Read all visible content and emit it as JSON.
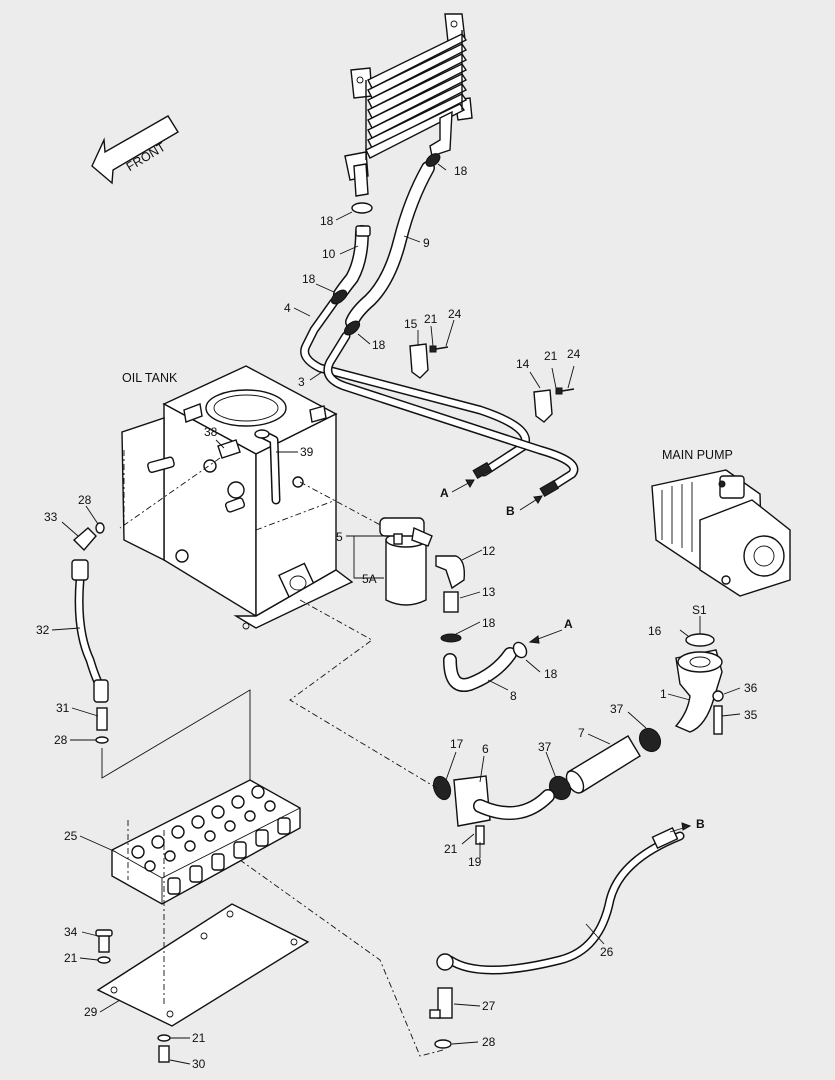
{
  "diagram": {
    "front_label": "FRONT",
    "oil_tank_label": "OIL TANK",
    "main_pump_label": "MAIN PUMP",
    "callouts": {
      "c1": "1",
      "c3": "3",
      "c4": "4",
      "c5": "5",
      "c5a": "5A",
      "c6": "6",
      "c7": "7",
      "c8": "8",
      "c9": "9",
      "c10": "10",
      "c12": "12",
      "c13": "13",
      "c14": "14",
      "c15": "15",
      "c16": "16",
      "c17": "17",
      "c18": "18",
      "c19": "19",
      "c21": "21",
      "c24": "24",
      "c25": "25",
      "c26": "26",
      "c27": "27",
      "c28": "28",
      "c29": "29",
      "c30": "30",
      "c31": "31",
      "c32": "32",
      "c33": "33",
      "c34": "34",
      "c35": "35",
      "c36": "36",
      "c37": "37",
      "c38": "38",
      "c39": "39",
      "s1": "S1",
      "a": "A",
      "b": "B"
    }
  }
}
